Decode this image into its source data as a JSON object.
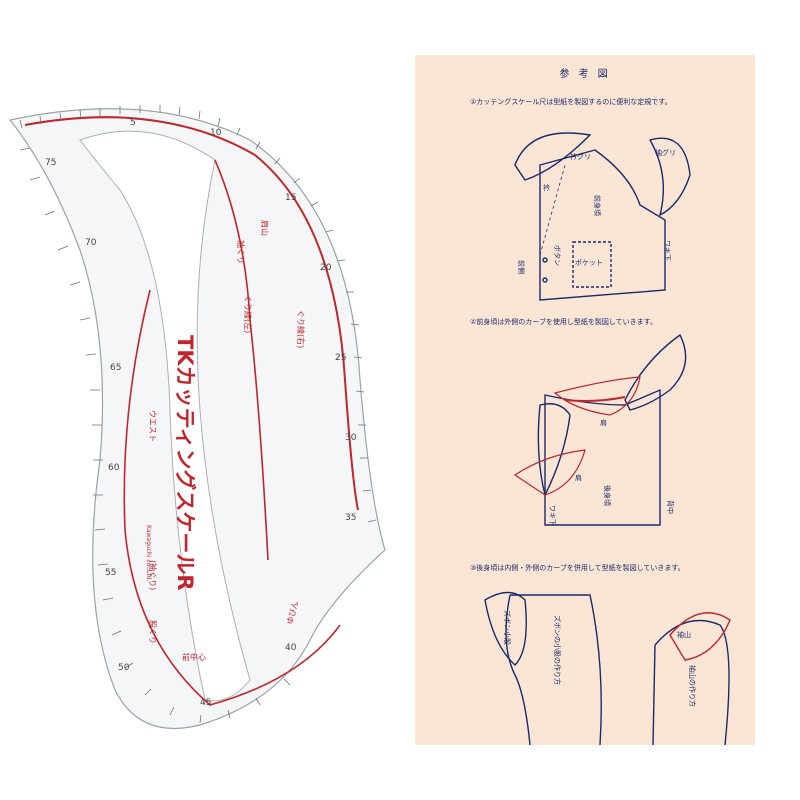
{
  "ruler": {
    "title": "TKカッティングスケールR",
    "maker": "Kawaguchi co.,Ltd.",
    "edge_numbers": [
      "5",
      "10",
      "15",
      "20",
      "25",
      "30",
      "35",
      "40",
      "45",
      "50",
      "55",
      "60",
      "65",
      "70",
      "75"
    ],
    "red_labels": [
      "肩山",
      "袖ぐり",
      "ぐり線(左)",
      "ぐり線(右)",
      "ウエスト",
      "前中心",
      "股ぐり",
      "(袖ぐり)",
      "ゆびん"
    ]
  },
  "guide": {
    "title": "参 考 図",
    "step1": "①カッテングスケール尺は型紙を製図するのに便利な定規です。",
    "step2": "②前身頃は外側のカーブを使用し型紙を製図していきます。",
    "step3": "③後身頃は内側・外側のカーブを併用して型紙を製図していきます。",
    "labels1": [
      "衿グリ",
      "衿",
      "袖グリ",
      "前身頃",
      "ワキ下",
      "前側",
      "ボタン",
      "ポケット"
    ],
    "labels2": [
      "肩",
      "肩",
      "後身頃",
      "背中",
      "ワキ下"
    ],
    "labels3": [
      "ズボン小股",
      "ズボンの小股の作り方",
      "袖山",
      "袖山の作り方"
    ]
  },
  "colors": {
    "ink": "#1b2a6b",
    "red": "#c0262d",
    "paper": "#fbe5d4"
  }
}
